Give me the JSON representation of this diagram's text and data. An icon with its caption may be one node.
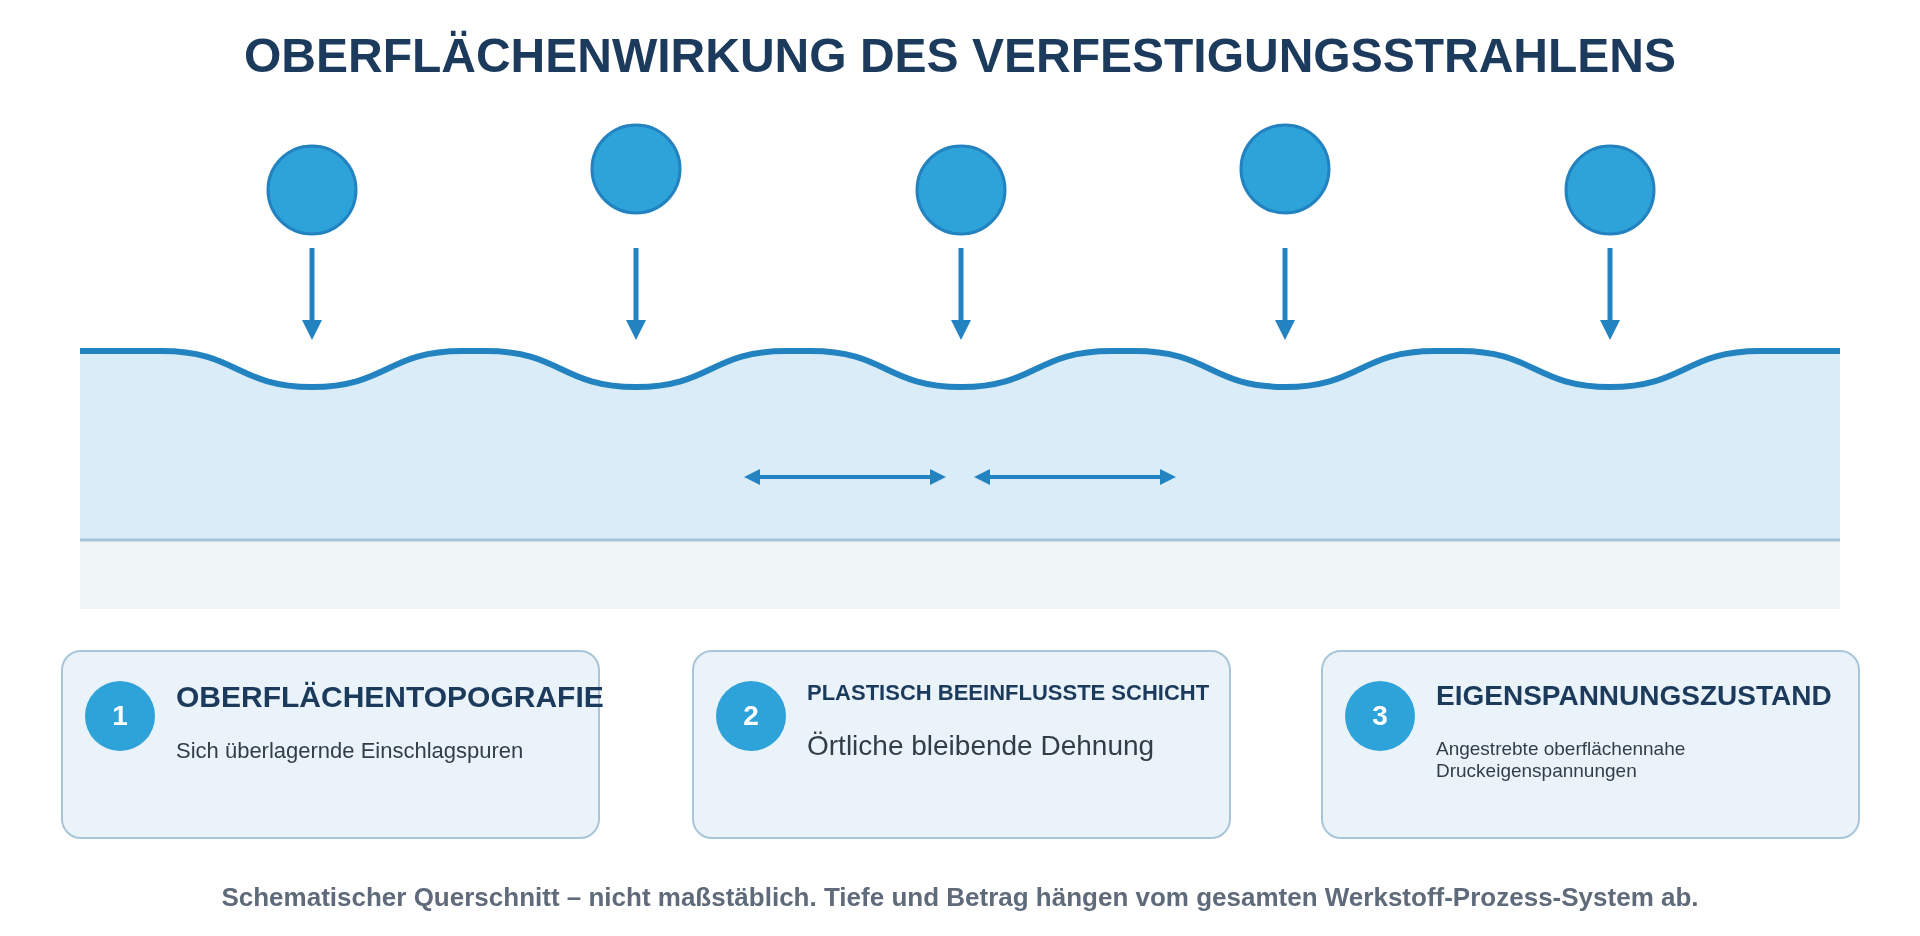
{
  "diagram": {
    "title": "OBERFLÄCHENWIRKUNG DES VERFESTIGUNGSSTRAHLENS",
    "caption": "Schematischer Querschnitt – nicht maßstäblich. Tiefe und Betrag hängen vom gesamten Werkstoff-Prozess-System ab.",
    "nodes": [
      {
        "text": [
          "OBERFLÄCHENTOPOGRAFIE",
          "Sich überlagernde Einschlagspuren"
        ]
      },
      {
        "text": [
          "1"
        ],
        "in": 0
      },
      {
        "text": [
          "PLASTISCH BEEINFLUSSTE SCHICHT",
          "Örtliche bleibende Dehnung"
        ]
      },
      {
        "text": [
          "2"
        ],
        "in": 2
      },
      {
        "text": [
          "EIGENSPANNUNGSZUSTAND",
          "Angestrebte oberflächennahe Druckeigenspannungen"
        ]
      },
      {
        "text": [
          "3"
        ],
        "in": 4
      }
    ]
  }
}
